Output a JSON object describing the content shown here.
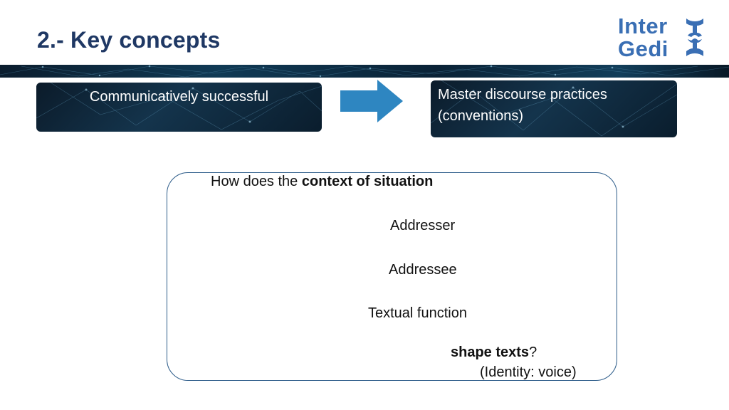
{
  "slide": {
    "title": "2.- Key concepts",
    "logo": {
      "line1": "Inter",
      "line2": "Gedi",
      "icon": "crossed-bones-icon"
    },
    "colors": {
      "title": "#1f3864",
      "logo": "#3a6fb4",
      "arrow": "#2e86c1",
      "box_border": "#2e5d8a"
    }
  },
  "flow": {
    "from": "Communicatively successful",
    "arrow_icon": "right-arrow-icon",
    "to_line1": "Master discourse practices",
    "to_line2": "(conventions)"
  },
  "question": {
    "line1_prefix": "How does the ",
    "line1_bold": "context of situation",
    "item1": "Addresser",
    "item2": "Addressee",
    "item3": "Textual function",
    "closing_bold": "shape texts",
    "closing_mark": "?",
    "note": "(Identity: voice)"
  }
}
